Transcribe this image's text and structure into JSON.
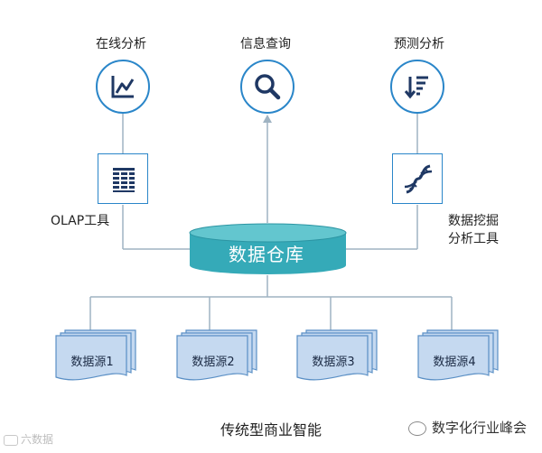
{
  "top": {
    "online_analysis": "在线分析",
    "info_query": "信息查询",
    "prediction_analysis": "预测分析"
  },
  "tools": {
    "olap": "OLAP工具",
    "mining_line1": "数据挖掘",
    "mining_line2": "分析工具"
  },
  "warehouse": {
    "label": "数据仓库"
  },
  "sources": [
    "数据源1",
    "数据源2",
    "数据源3",
    "数据源4"
  ],
  "caption": "传统型商业智能",
  "watermarks": {
    "left": "六数据",
    "right": "数字化行业峰会"
  },
  "colors": {
    "accent": "#2a86c9",
    "connector": "#9fb3c2",
    "warehouse_fill": "#35aab8",
    "warehouse_top": "#63c6cf",
    "source_fill": "#c5d9f0",
    "source_border": "#5a8fc5"
  },
  "icons": [
    "line-chart-icon",
    "search-icon",
    "sort-descending-icon",
    "table-grid-icon",
    "dna-icon"
  ]
}
